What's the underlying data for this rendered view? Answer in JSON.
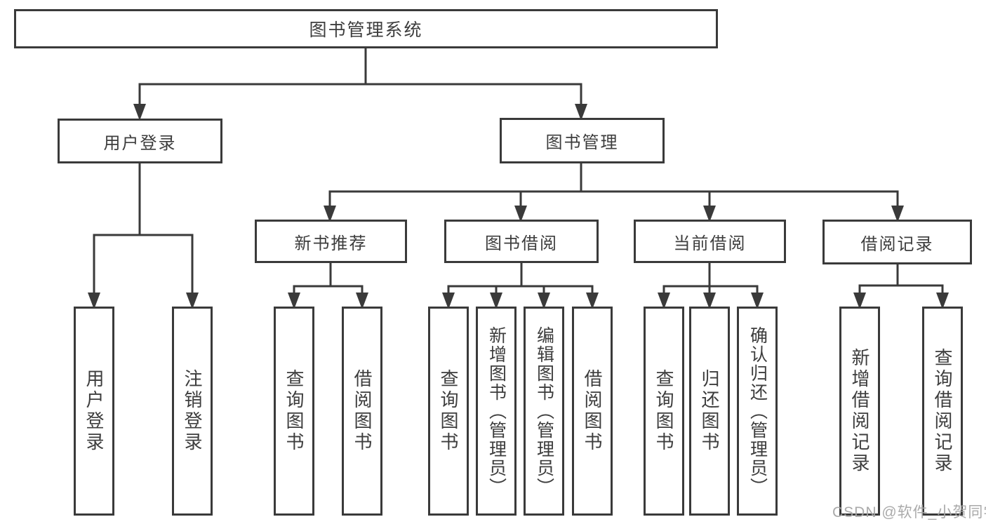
{
  "diagram": {
    "root": {
      "label": "图书管理系统"
    },
    "level2": [
      {
        "label": "用户登录"
      },
      {
        "label": "图书管理"
      }
    ],
    "level3": [
      {
        "label": "新书推荐"
      },
      {
        "label": "图书借阅"
      },
      {
        "label": "当前借阅"
      },
      {
        "label": "借阅记录"
      }
    ],
    "leaves": [
      {
        "label": "用户登录"
      },
      {
        "label": "注销登录"
      },
      {
        "label": "查询图书"
      },
      {
        "label": "借阅图书"
      },
      {
        "label": "查询图书"
      },
      {
        "label": "新增图书（管理员）"
      },
      {
        "label": "编辑图书（管理员）"
      },
      {
        "label": "借阅图书"
      },
      {
        "label": "查询图书"
      },
      {
        "label": "归还图书"
      },
      {
        "label": "确认归还（管理员）"
      },
      {
        "label": "新增借阅记录"
      },
      {
        "label": "查询借阅记录"
      }
    ],
    "watermark": "CSDN @软件_小贺同学",
    "colors": {
      "line": "#3a3a3a",
      "text": "#3d3d3d",
      "background": "#ffffff",
      "watermark": "#a5a5a5"
    }
  }
}
